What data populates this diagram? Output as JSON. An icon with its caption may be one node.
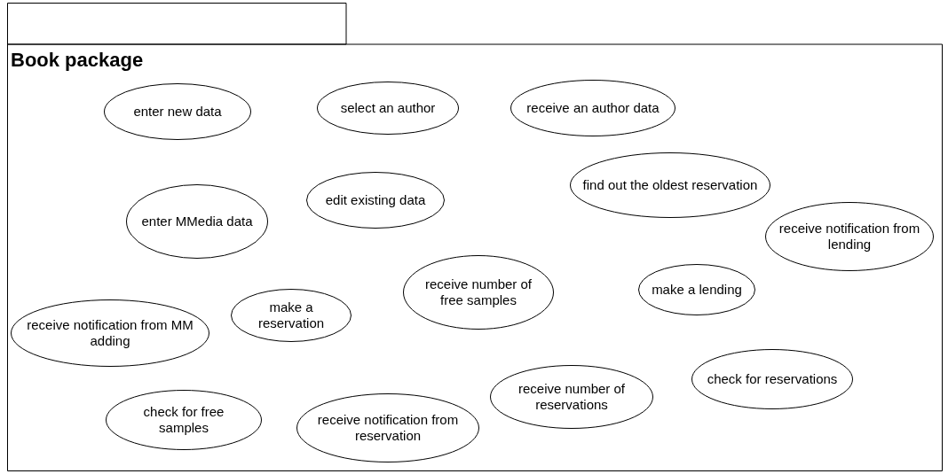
{
  "diagram": {
    "nodes": [
      {
        "text": [
          "Book package"
        ]
      },
      {
        "text": [
          "enter new data"
        ],
        "in": 0
      },
      {
        "text": [
          "select an author"
        ],
        "in": 0
      },
      {
        "text": [
          "receive an author data"
        ],
        "in": 0
      },
      {
        "text": [
          "find out the oldest reservation"
        ],
        "in": 0
      },
      {
        "text": [
          "edit existing data"
        ],
        "in": 0
      },
      {
        "text": [
          "enter MMedia data"
        ],
        "in": 0
      },
      {
        "text": [
          "receive notification from lending"
        ],
        "in": 0
      },
      {
        "text": [
          "receive number of free samples"
        ],
        "in": 0
      },
      {
        "text": [
          "make a lending"
        ],
        "in": 0
      },
      {
        "text": [
          "make a reservation"
        ],
        "in": 0
      },
      {
        "text": [
          "receive notification from MM adding"
        ],
        "in": 0
      },
      {
        "text": [
          "check for reservations"
        ],
        "in": 0
      },
      {
        "text": [
          "receive number of reservations"
        ],
        "in": 0
      },
      {
        "text": [
          "check for free samples"
        ],
        "in": 0
      },
      {
        "text": [
          "receive notification from reservation"
        ],
        "in": 0
      }
    ],
    "edges": []
  }
}
